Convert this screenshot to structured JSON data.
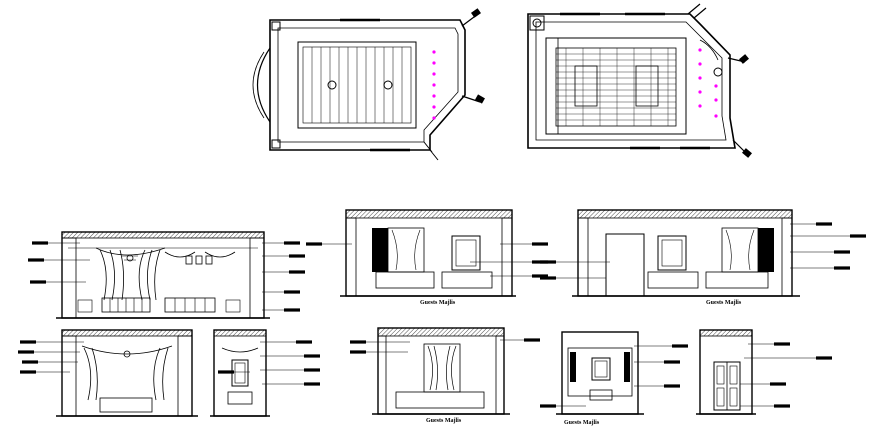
{
  "captions": {
    "elev_mid_top": "Guests Majlis",
    "elev_right_top": "Guests Majlis",
    "elev_small_center": "Guests Majlis",
    "elev_small_right": "Guests Majlis"
  },
  "colors": {
    "line": "#000000",
    "background": "#ffffff",
    "light_fixture": "#ff00ff"
  },
  "icons": {
    "ceiling_light": "magenta-dot-icon",
    "door_swing": "door-icon",
    "curtain": "curtain-icon",
    "sofa": "sofa-icon",
    "chandelier": "chandelier-icon"
  }
}
